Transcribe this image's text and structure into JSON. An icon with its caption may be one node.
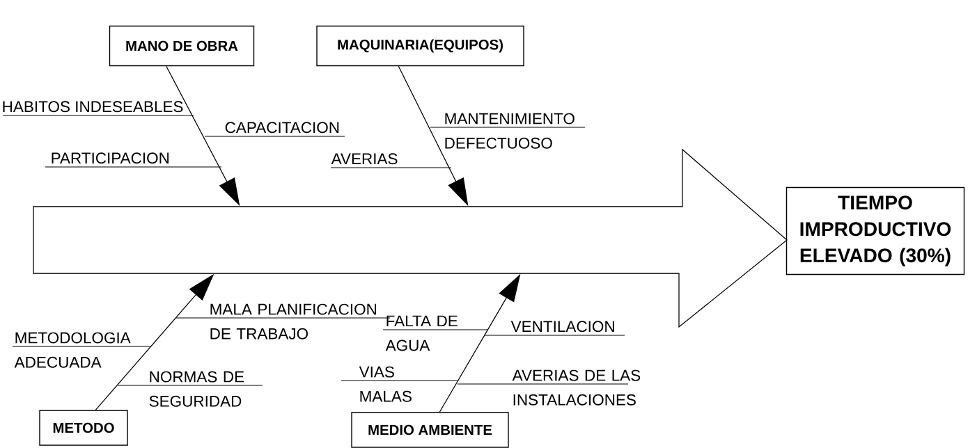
{
  "diagram": {
    "nodes": [
      {
        "text": [
          "MANO DE OBRA"
        ]
      },
      {
        "text": [
          "MAQUINARIA(EQUIPOS)"
        ]
      },
      {
        "text": [],
        "shape": "arrow"
      },
      {
        "text": [
          "TIEMPO IMPRODUCTIVO ELEVADO (30%)"
        ]
      },
      {
        "text": [
          "METODO"
        ]
      },
      {
        "text": [
          "MEDIO AMBIENTE"
        ]
      }
    ],
    "edges": [
      {
        "from": 0,
        "to": 2,
        "arrow": "to"
      },
      {
        "from": 1,
        "to": 2,
        "arrow": "to"
      },
      {
        "from": 4,
        "to": 2,
        "arrow": "to"
      },
      {
        "from": 5,
        "to": 2,
        "arrow": "to"
      }
    ],
    "labels": [
      "HABITOS INDESEABLES",
      "MANTENIMIENTO DEFECTUOSO",
      "CAPACITACION",
      "PARTICIPACION",
      "AVERIAS",
      "MALA PLANIFICACION DE TRABAJO",
      "METODOLOGIA ADECUADA",
      "FALTA DE AGUA",
      "VENTILACION",
      "NORMAS DE SEGURIDAD",
      "VIAS MALAS",
      "AVERIAS DE LAS INSTALACIONES"
    ]
  }
}
